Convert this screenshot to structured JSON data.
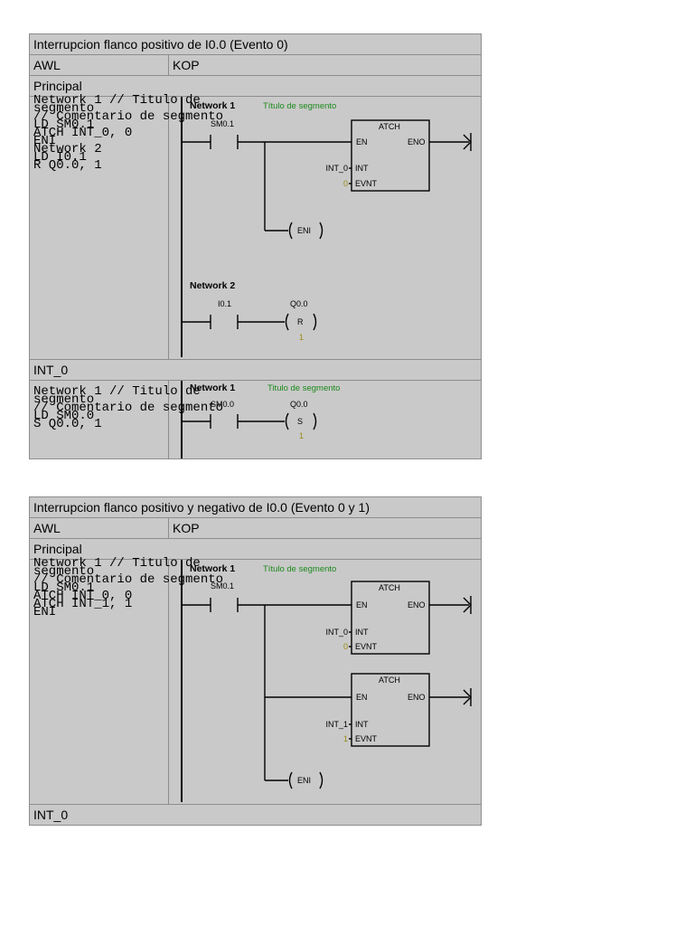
{
  "section1": {
    "title": "Interrupcion flanco positivo de I0.0 (Evento 0)",
    "col_awl": "AWL",
    "col_kop": "KOP",
    "principal_label": "Principal",
    "principal_code": "Network 1 // Titulo de\nsegmento\n// Comentario de segmento\nLD SM0.1\nATCH INT_0, 0\nENI\nNetwork 2\nLD I0.1\nR Q0.0, 1",
    "principal_diagram": {
      "network1_label": "Network 1",
      "network1_title": "Título de segmento",
      "contact1": "SM0.1",
      "box_name": "ATCH",
      "en": "EN",
      "eno": "ENO",
      "int_pin": "INT",
      "evnt_pin": "EVNT",
      "int_value": "INT_0",
      "evnt_value": "0",
      "eni": "ENI",
      "network2_label": "Network 2",
      "contact2": "I0.1",
      "coil_addr": "Q0.0",
      "coil_type": "R",
      "coil_n": "1"
    },
    "int_label": "INT_0",
    "int_code": "Network 1 // Titulo de\nsegmento\n// Comentario de segmento\nLD SM0.0\nS Q0.0, 1",
    "int_diagram": {
      "network1_label": "Network 1",
      "network1_title": "Titulo de segmento",
      "contact1": "SM0.0",
      "coil_addr": "Q0.0",
      "coil_type": "S",
      "coil_n": "1"
    }
  },
  "section2": {
    "title": "Interrupcion flanco positivo y negativo de I0.0 (Evento 0 y 1)",
    "col_awl": "AWL",
    "col_kop": "KOP",
    "principal_label": "Principal",
    "principal_code": "Network 1 // Titulo de\nsegmento\n// Comentario de segmento\nLD SM0.1\nATCH INT_0, 0\nATCH INT_1, 1\nENI",
    "principal_diagram": {
      "network1_label": "Network 1",
      "network1_title": "Título de segmento",
      "contact1": "SM0.1",
      "box1_name": "ATCH",
      "box1_en": "EN",
      "box1_eno": "ENO",
      "box1_int_pin": "INT",
      "box1_evnt_pin": "EVNT",
      "box1_int_value": "INT_0",
      "box1_evnt_value": "0",
      "box2_name": "ATCH",
      "box2_en": "EN",
      "box2_eno": "ENO",
      "box2_int_pin": "INT",
      "box2_evnt_pin": "EVNT",
      "box2_int_value": "INT_1",
      "box2_evnt_value": "1",
      "eni": "ENI"
    },
    "int_label": "INT_0"
  }
}
